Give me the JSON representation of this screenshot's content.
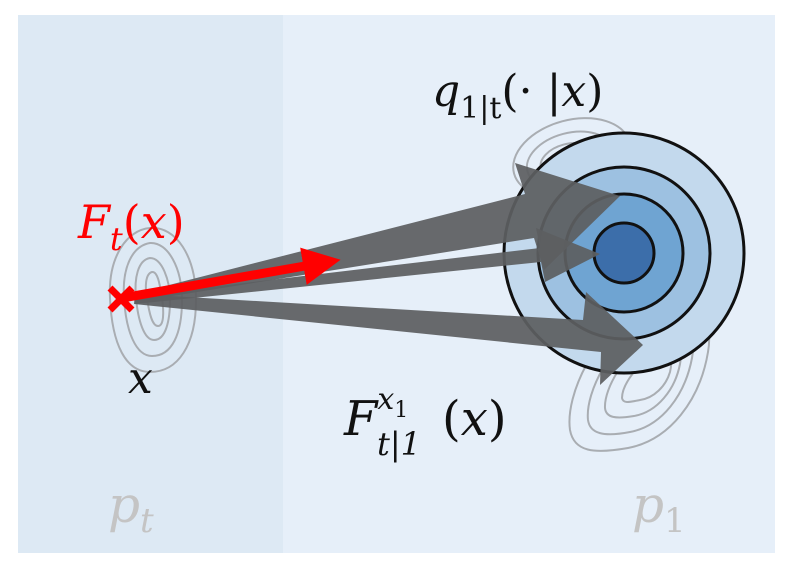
{
  "labels": {
    "conditional_dist": {
      "q": "q",
      "sub": "1|t",
      "paren_open": "(",
      "dot": "·",
      "bar": " |",
      "var": "x",
      "paren_close": ")"
    },
    "marginal_field": {
      "F": "F",
      "sub": "t",
      "open": "(",
      "var": "x",
      "close": ")"
    },
    "point": "x",
    "conditional_field": {
      "F": "F",
      "sup": "x",
      "sup_sub": "1",
      "sub": "t|1",
      "open": "(",
      "var": "x",
      "close": ")"
    },
    "source_dist": {
      "p": "p",
      "sub": "t"
    },
    "target_dist": {
      "p": "p",
      "sub": "1"
    }
  },
  "colors": {
    "panel_left": "#dde9f4",
    "panel_right": "#e6eff9",
    "contour": "#a9adb2",
    "arrow_gray": "#5d5f61",
    "arrow_red": "#ff0000",
    "ring_outer": "#c3d9ed",
    "ring_2": "#9dc1e1",
    "ring_3": "#6fa4d2",
    "ring_core": "#3c6eaa",
    "faded_label": "#c4c4c4"
  }
}
